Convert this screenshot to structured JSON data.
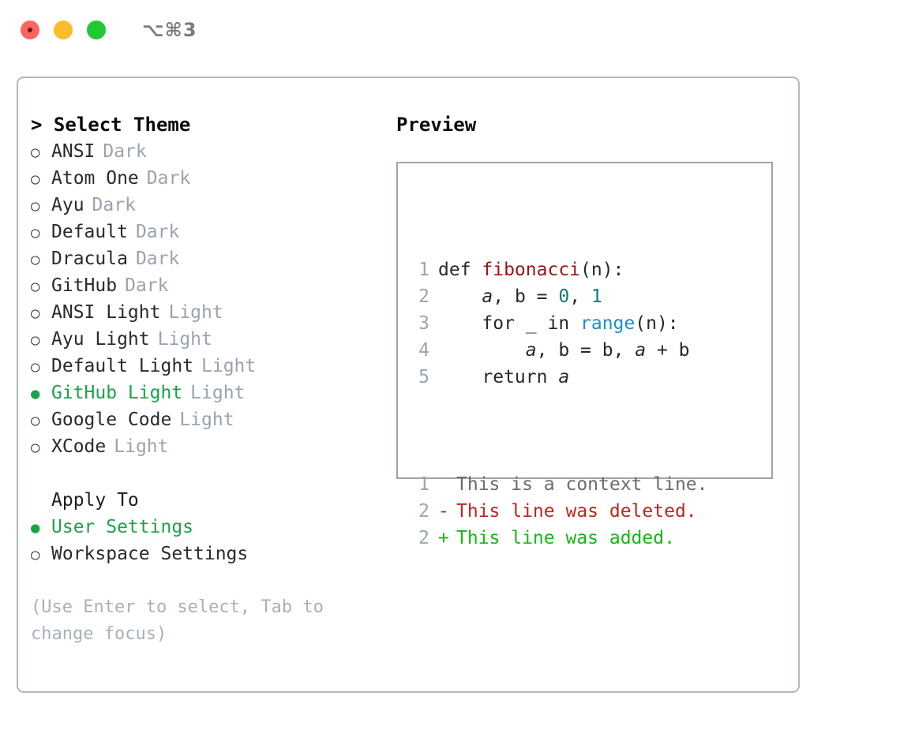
{
  "titlebar": {
    "shortcut": "⌥⌘3",
    "buttons": [
      {
        "name": "close-button",
        "color": "#f9665e"
      },
      {
        "name": "minimize-button",
        "color": "#fbbd2e"
      },
      {
        "name": "maximize-button",
        "color": "#20c933"
      }
    ]
  },
  "theme_panel": {
    "title": "> Select Theme",
    "glyphs": {
      "selected": "●",
      "unselected": "○"
    },
    "accent": "#19a449",
    "muted": "#9aa3ae",
    "items": [
      {
        "name": "ANSI",
        "kind": "Dark",
        "selected": false
      },
      {
        "name": "Atom One",
        "kind": "Dark",
        "selected": false
      },
      {
        "name": "Ayu",
        "kind": "Dark",
        "selected": false
      },
      {
        "name": "Default",
        "kind": "Dark",
        "selected": false
      },
      {
        "name": "Dracula",
        "kind": "Dark",
        "selected": false
      },
      {
        "name": "GitHub",
        "kind": "Dark",
        "selected": false
      },
      {
        "name": "ANSI Light",
        "kind": "Light",
        "selected": false
      },
      {
        "name": "Ayu Light",
        "kind": "Light",
        "selected": false
      },
      {
        "name": "Default Light",
        "kind": "Light",
        "selected": false
      },
      {
        "name": "GitHub Light",
        "kind": "Light",
        "selected": true
      },
      {
        "name": "Google Code",
        "kind": "Light",
        "selected": false
      },
      {
        "name": "XCode",
        "kind": "Light",
        "selected": false
      }
    ],
    "apply_to": {
      "label": "Apply To",
      "options": [
        {
          "name": "User Settings",
          "selected": true
        },
        {
          "name": "Workspace Settings",
          "selected": false
        }
      ]
    },
    "hint": "(Use Enter to select, Tab to change focus)"
  },
  "preview": {
    "title": "Preview",
    "code_lines": [
      {
        "num": "1",
        "segments": [
          {
            "text": "def ",
            "cls": "tok-plain"
          },
          {
            "text": "fibonacci",
            "cls": "tok-fn"
          },
          {
            "text": "(n):",
            "cls": "tok-plain"
          }
        ]
      },
      {
        "num": "2",
        "segments": [
          {
            "text": "    ",
            "cls": "tok-plain"
          },
          {
            "text": "a",
            "cls": "tok-var"
          },
          {
            "text": ", b = ",
            "cls": "tok-plain"
          },
          {
            "text": "0",
            "cls": "tok-num"
          },
          {
            "text": ", ",
            "cls": "tok-plain"
          },
          {
            "text": "1",
            "cls": "tok-num"
          }
        ]
      },
      {
        "num": "3",
        "segments": [
          {
            "text": "    for _ in ",
            "cls": "tok-plain"
          },
          {
            "text": "range",
            "cls": "tok-call"
          },
          {
            "text": "(n):",
            "cls": "tok-plain"
          }
        ]
      },
      {
        "num": "4",
        "segments": [
          {
            "text": "        ",
            "cls": "tok-plain"
          },
          {
            "text": "a",
            "cls": "tok-var"
          },
          {
            "text": ", b = b, ",
            "cls": "tok-plain"
          },
          {
            "text": "a",
            "cls": "tok-var"
          },
          {
            "text": " + b",
            "cls": "tok-plain"
          }
        ]
      },
      {
        "num": "5",
        "segments": [
          {
            "text": "    return ",
            "cls": "tok-plain"
          },
          {
            "text": "a",
            "cls": "tok-var"
          }
        ]
      }
    ],
    "diff_lines": [
      {
        "num": "1",
        "mark": " ",
        "text": "This is a context line.",
        "cls": "d-ctx"
      },
      {
        "num": "2",
        "mark": "-",
        "text": "This line was deleted.",
        "cls": "d-del"
      },
      {
        "num": "2",
        "mark": "+",
        "text": "This line was added.",
        "cls": "d-add"
      }
    ]
  }
}
